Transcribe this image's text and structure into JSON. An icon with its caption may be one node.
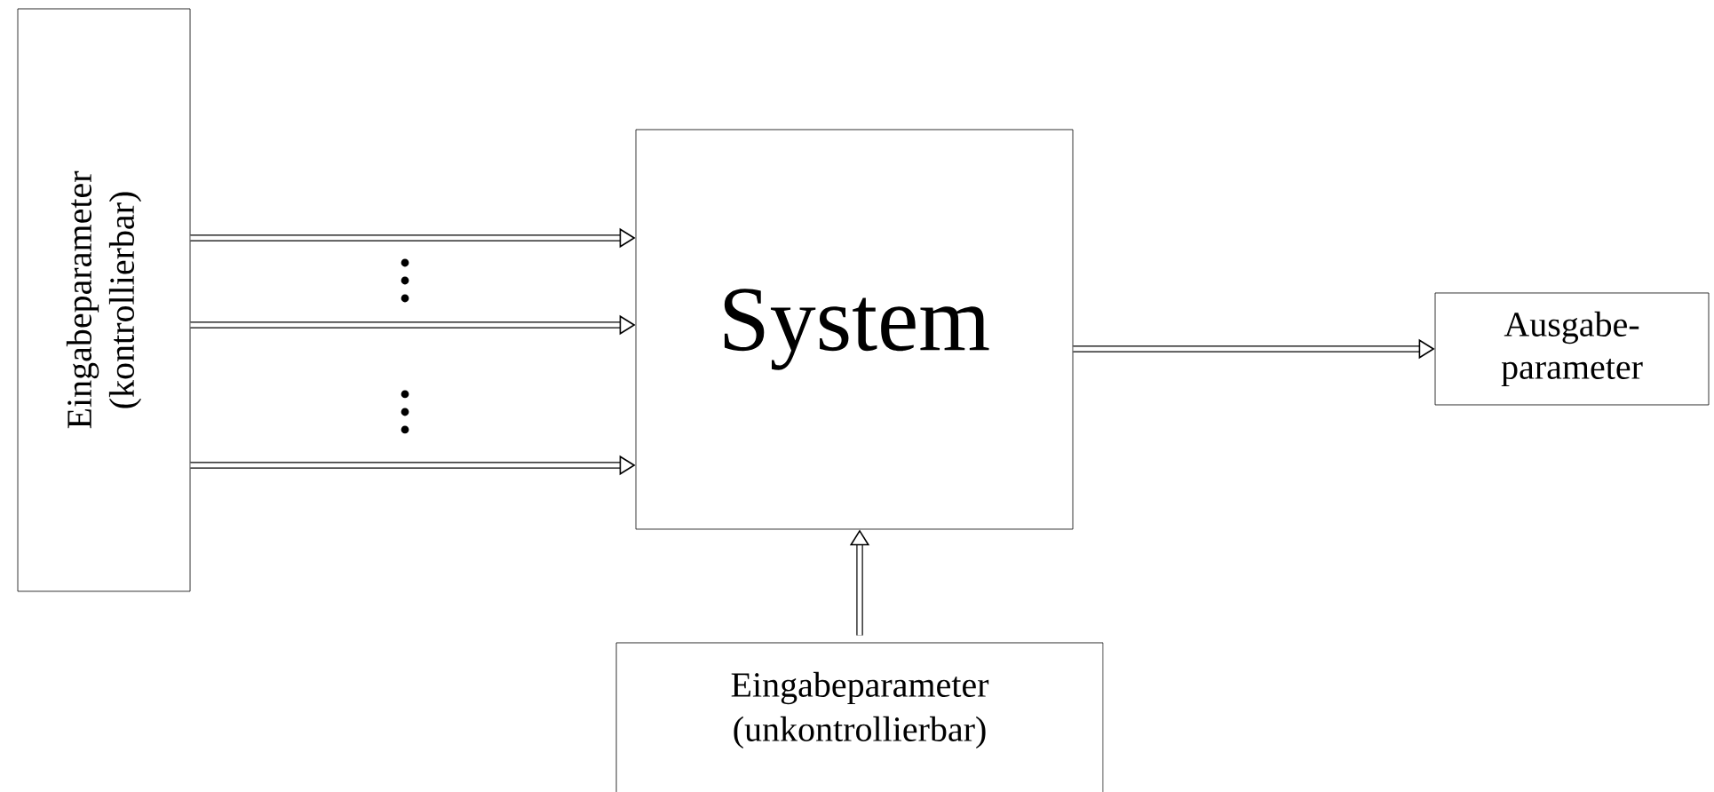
{
  "diagram": {
    "nodes": [
      {
        "text": [
          "Eingabeparameter (kontrollierbar)"
        ]
      },
      {
        "text": [
          "System"
        ]
      },
      {
        "text": [
          "Ausgabe- parameter"
        ]
      },
      {
        "text": [
          "Eingabeparameter (unkontrollierbar)"
        ]
      }
    ],
    "edges": [
      {
        "from": 0,
        "to": 1,
        "arrow": "to"
      },
      {
        "from": 0,
        "to": 1,
        "arrow": "to"
      },
      {
        "from": 0,
        "to": 1,
        "arrow": "to"
      },
      {
        "from": 1,
        "to": 2,
        "arrow": "to"
      },
      {
        "from": 3,
        "to": 1,
        "arrow": "to"
      }
    ]
  }
}
